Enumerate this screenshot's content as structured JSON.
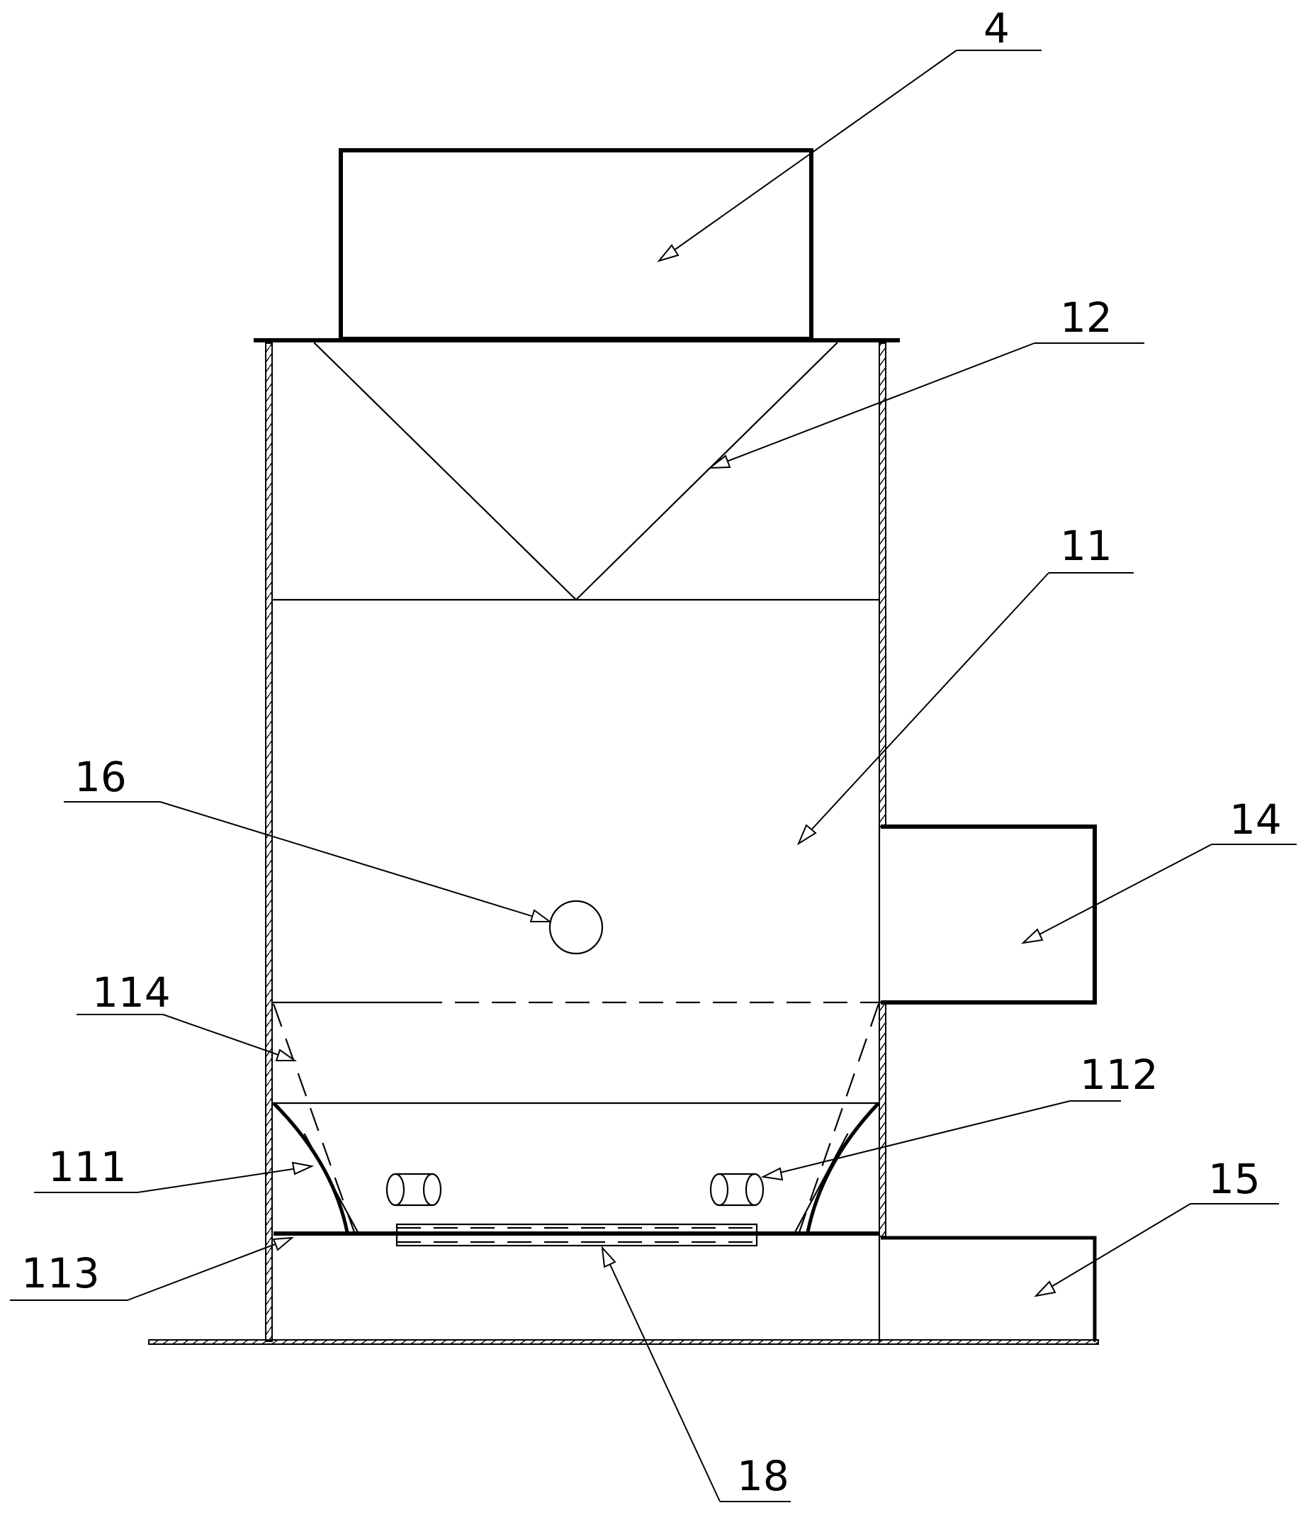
{
  "callouts": {
    "c4": "4",
    "c12": "12",
    "c11": "11",
    "c16": "16",
    "c14": "14",
    "c114": "114",
    "c112": "112",
    "c111": "111",
    "c15": "15",
    "c113": "113",
    "c18": "18"
  }
}
